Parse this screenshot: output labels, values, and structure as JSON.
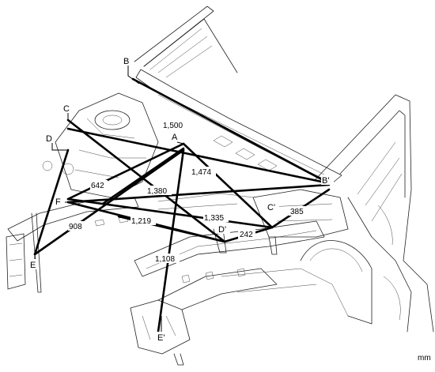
{
  "diagram": {
    "unit": "mm",
    "points": {
      "A": "A",
      "B": "B",
      "B_prime": "B'",
      "C": "C",
      "C_prime": "C'",
      "D": "D",
      "D_prime": "D'",
      "E": "E",
      "E_prime": "E'",
      "F": "F"
    },
    "dimensions": {
      "d1500": "1,500",
      "d1474": "1,474",
      "d1380": "1,380",
      "d1335": "1,335",
      "d1219": "1,219",
      "d1108": "1,108",
      "d908": "908",
      "d642": "642",
      "d385": "385",
      "d242": "242"
    }
  }
}
